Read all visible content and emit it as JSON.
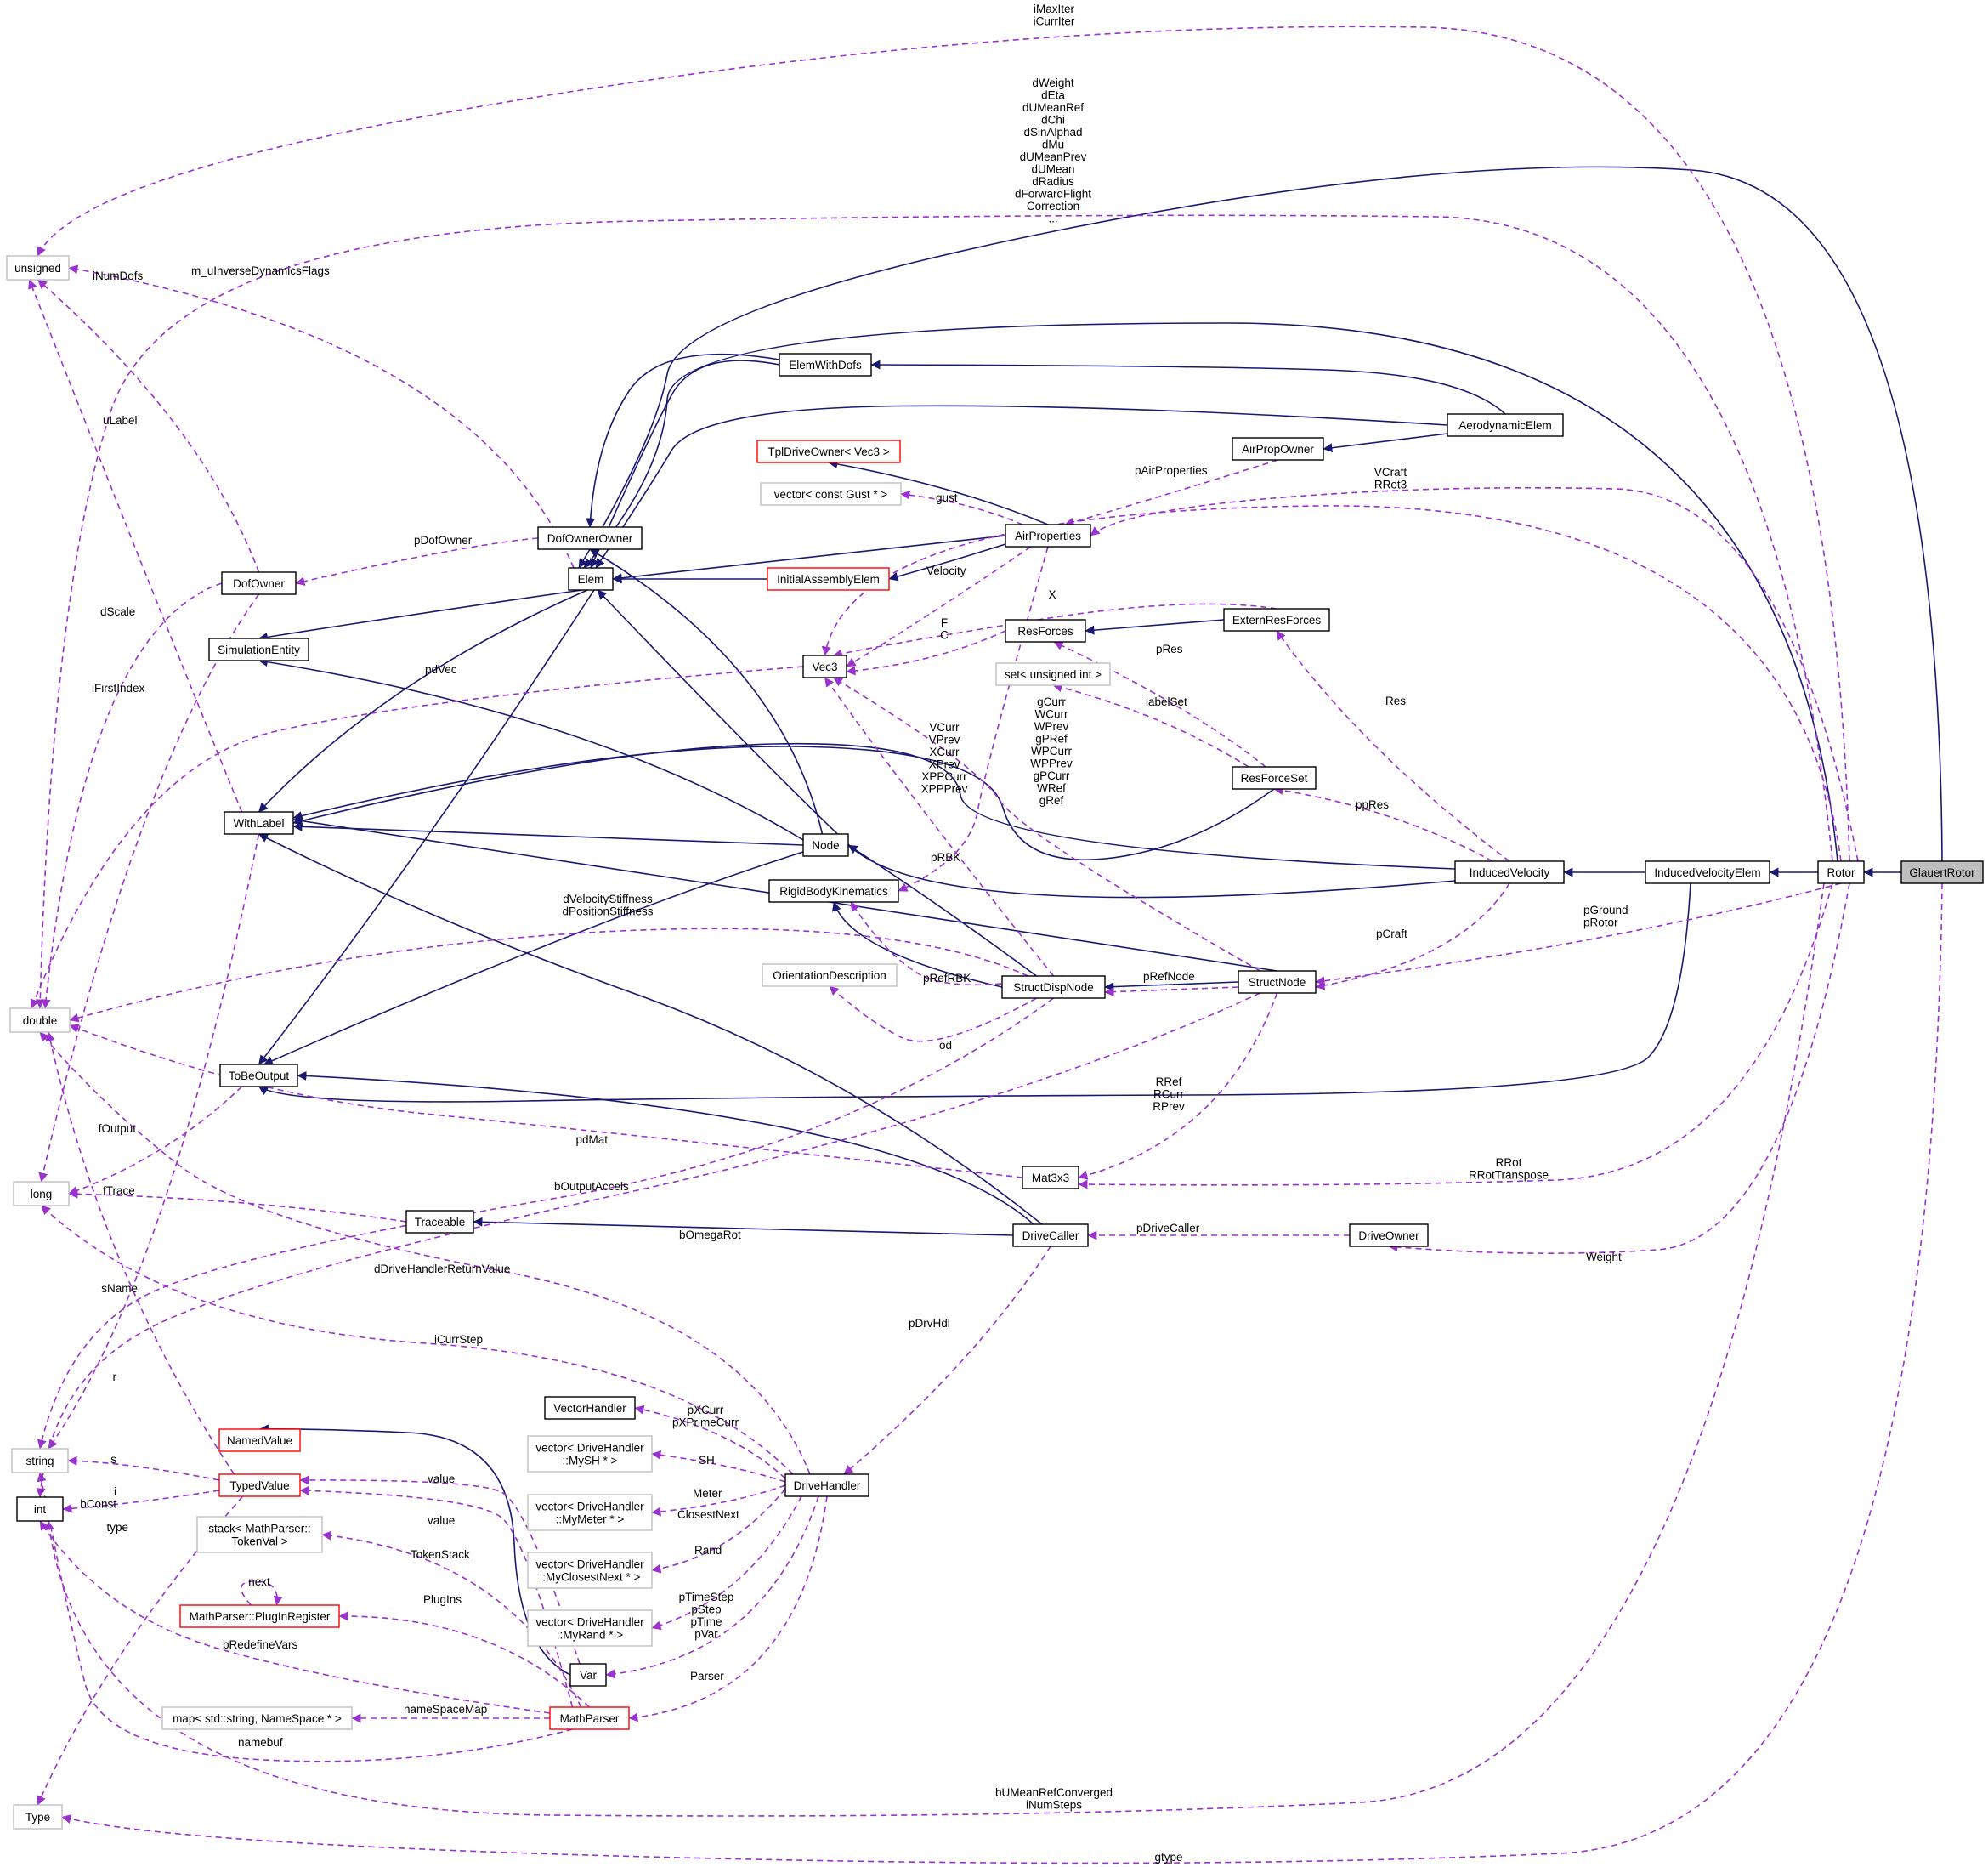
{
  "colors": {
    "inheritance": "#191970",
    "usage": "#9a32cd",
    "focus_fill": "#bfbfbf",
    "normal_border": "#000000",
    "truncated_border": "#ff0000",
    "undocumented_border": "#bfbfbf"
  },
  "nodes": {
    "unsigned": "unsigned",
    "double": "double",
    "long": "long",
    "string": "string",
    "int": "int",
    "Type": "Type",
    "DofOwner": "DofOwner",
    "SimulationEntity": "SimulationEntity",
    "WithLabel": "WithLabel",
    "ToBeOutput": "ToBeOutput",
    "Traceable": "Traceable",
    "NamedValue": "NamedValue",
    "TypedValue": "TypedValue",
    "stackTokenVal": [
      "stack< MathParser::",
      "TokenVal >"
    ],
    "PlugInRegister": "MathParser::PlugInRegister",
    "mapNameSpace": "map< std::string, NameSpace * >",
    "DofOwnerOwner": "DofOwnerOwner",
    "Elem": "Elem",
    "ElemWithDofs": "ElemWithDofs",
    "TplDriveOwner": "TplDriveOwner< Vec3 >",
    "vectorGust": "vector< const Gust * >",
    "InitialAssemblyElem": "InitialAssemblyElem",
    "Vec3": "Vec3",
    "Node": "Node",
    "RigidBodyKinematics": "RigidBodyKinematics",
    "OrientationDescription": "OrientationDescription",
    "VectorHandler": "VectorHandler",
    "vectorMySH": [
      "vector< DriveHandler",
      "::MySH * >"
    ],
    "vectorMyMeter": [
      "vector< DriveHandler",
      "::MyMeter * >"
    ],
    "vectorMyClosestNext": [
      "vector< DriveHandler",
      "::MyClosestNext * >"
    ],
    "vectorMyRand": [
      "vector< DriveHandler",
      "::MyRand * >"
    ],
    "Var": "Var",
    "MathParser": "MathParser",
    "AirPropOwner": "AirPropOwner",
    "AirProperties": "AirProperties",
    "ResForces": "ResForces",
    "ExternResForces": "ExternResForces",
    "setUnsignedInt": "set< unsigned int >",
    "ResForceSet": "ResForceSet",
    "StructDispNode": "StructDispNode",
    "StructNode": "StructNode",
    "Mat3x3": "Mat3x3",
    "DriveCaller": "DriveCaller",
    "DriveOwner": "DriveOwner",
    "DriveHandler": "DriveHandler",
    "AerodynamicElem": "AerodynamicElem",
    "InducedVelocity": "InducedVelocity",
    "InducedVelocityElem": "InducedVelocityElem",
    "Rotor": "Rotor",
    "GlauertRotor": "GlauertRotor"
  },
  "edge_labels": {
    "iMaxIter": [
      "iMaxIter",
      "iCurrIter"
    ],
    "dWeight": [
      "dWeight",
      "dEta",
      "dUMeanRef",
      "dChi",
      "dSinAlphad",
      "dMu",
      "dUMeanPrev",
      "dUMean",
      "dRadius",
      "dForwardFlight",
      "Correction",
      "..."
    ],
    "m_uInverseDynamicsFlags": "m_uInverseDynamicsFlags",
    "iNumDofs": "iNumDofs",
    "uLabel": "uLabel",
    "pDofOwner": "pDofOwner",
    "gust": "gust",
    "pAirProperties": "pAirProperties",
    "VCraft": [
      "VCraft",
      "RRot3"
    ],
    "Velocity": "Velocity",
    "X": "X",
    "dScale": "dScale",
    "FC": [
      "F",
      "C"
    ],
    "pRes": "pRes",
    "iFirstIndex": "iFirstIndex",
    "pdVec": "pdVec",
    "Res": "Res",
    "labelSet": "labelSet",
    "gCurr": [
      "gCurr",
      "WCurr",
      "WPrev",
      "gPRef",
      "WPCurr",
      "WPPrev",
      "gPCurr",
      "WRef",
      "gRef"
    ],
    "VCurr": [
      "VCurr",
      "VPrev",
      "XCurr",
      "XPrev",
      "XPPCurr",
      "XPPPrev"
    ],
    "ppRes": "ppRes",
    "pRBK": "pRBK",
    "dVelocityStiffness": [
      "dVelocityStiffness",
      "dPositionStiffness"
    ],
    "pGround": [
      "pGround",
      "pRotor"
    ],
    "pCraft": "pCraft",
    "pRefRBK": "pRefRBK",
    "pRefNode": "pRefNode",
    "od": "od",
    "RRef": [
      "RRef",
      "RCurr",
      "RPrev"
    ],
    "fOutput": "fOutput",
    "pdMat": "pdMat",
    "RRot": [
      "RRot",
      "RRotTranspose"
    ],
    "fTrace": "fTrace",
    "bOutputAccels": "bOutputAccels",
    "pDriveCaller": "pDriveCaller",
    "bOmegaRot": "bOmegaRot",
    "Weight": "Weight",
    "sName": "sName",
    "dDriveHandlerReturnValue": "dDriveHandlerReturnValue",
    "pDrvHdl": "pDrvHdl",
    "r": "r",
    "iCurrStep": "iCurrStep",
    "pXCurr": [
      "pXCurr",
      "pXPrimeCurr"
    ],
    "SH": "SH",
    "s": "s",
    "ibConst": [
      "i",
      "bConst"
    ],
    "value1": "value",
    "Meter": "Meter",
    "type": "type",
    "value2": "value",
    "ClosestNext": "ClosestNext",
    "TokenStack": "TokenStack",
    "Rand": "Rand",
    "next": "next",
    "PlugIns": "PlugIns",
    "pTimeStep": [
      "pTimeStep",
      "pStep",
      "pTime",
      "pVar"
    ],
    "bRedefineVars": "bRedefineVars",
    "Parser": "Parser",
    "nameSpaceMap": "nameSpaceMap",
    "namebuf": "namebuf",
    "bUMeanRefConverged": [
      "bUMeanRefConverged",
      "iNumSteps"
    ],
    "gtype": "gtype"
  }
}
